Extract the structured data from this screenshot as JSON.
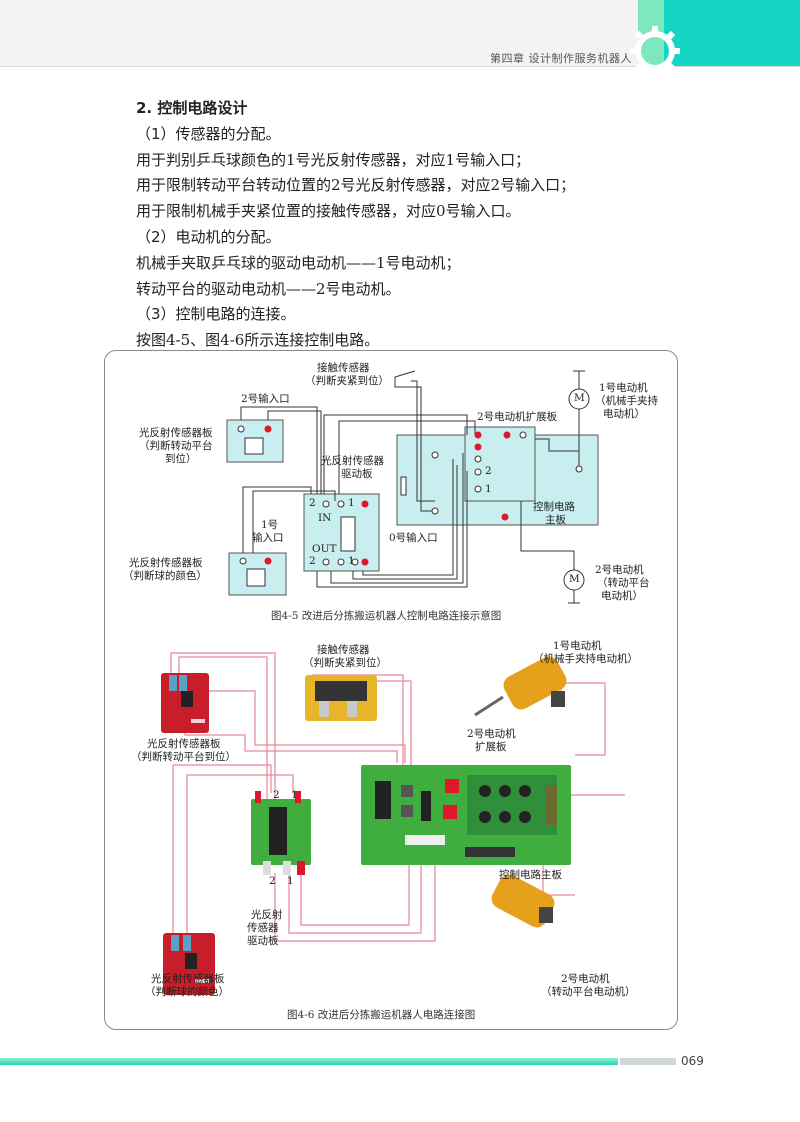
{
  "header": {
    "chapter": "第四章   设计制作服务机器人"
  },
  "body": {
    "heading": "2. 控制电路设计",
    "p1": "（1）传感器的分配。",
    "p2": "用于判别乒乓球颜色的1号光反射传感器，对应1号输入口；",
    "p3": "用于限制转动平台转动位置的2号光反射传感器，对应2号输入口；",
    "p4": "用于限制机械手夹紧位置的接触传感器，对应0号输入口。",
    "p5": "（2）电动机的分配。",
    "p6": "机械手夹取乒乓球的驱动电动机——1号电动机；",
    "p7": "转动平台的驱动电动机——2号电动机。",
    "p8": "（3）控制电路的连接。",
    "p9": "按图4-5、图4-6所示连接控制电路。"
  },
  "fig45": {
    "touch_sensor": "接触传感器",
    "touch_sensor_note": "（判断夹紧到位）",
    "input2": "2号输入口",
    "sensor_board_a": "光反射传感器板",
    "sensor_board_a_note1": "（判断转动平台",
    "sensor_board_a_note2": "到位）",
    "driver_board1": "光反射传感器",
    "driver_board2": "驱动板",
    "in_label": "IN",
    "out_label": "OUT",
    "input1_a": "1号",
    "input1_b": "输入口",
    "sensor_board_b": "光反射传感器板",
    "sensor_board_b_note": "（判断球的颜色）",
    "input0": "0号输入口",
    "ext_board": "2号电动机扩展板",
    "main_board1": "控制电路",
    "main_board2": "主板",
    "motor1_a": "1号电动机",
    "motor1_b": "（机械手夹持",
    "motor1_c": "电动机）",
    "motor2_a": "2号电动机",
    "motor2_b": "（转动平台",
    "motor2_c": "电动机）",
    "motor_symbol": "M",
    "pin1": "1",
    "pin2": "2",
    "caption": "图4-5   改进后分拣搬运机器人控制电路连接示意图"
  },
  "fig46": {
    "touch_sensor": "接触传感器",
    "touch_sensor_note": "（判断夹紧到位）",
    "motor1_a": "1号电动机",
    "motor1_b": "（机械手夹持电动机）",
    "sensor_board_a": "光反射传感器板",
    "sensor_board_a_note": "（判断转动平台到位）",
    "ext_board1": "2号电动机",
    "ext_board2": "扩展板",
    "main_board": "控制电路主板",
    "driver1": "光反射",
    "driver2": "传感器",
    "driver3": "驱动板",
    "sensor_board_b": "光反射传感器板",
    "sensor_board_b_note": "（判断球的颜色）",
    "motor2_a": "2号电动机",
    "motor2_b": "（转动平台电动机）",
    "pin1": "1",
    "pin2": "2",
    "caption": "图4-6   改进后分拣搬运机器人电路连接图"
  },
  "footer": {
    "page_number": "069"
  },
  "colors": {
    "accent": "#15d6c4",
    "board_fill": "#c9eef0",
    "wire_pink": "#e87a90",
    "pcb_green": "#3fae3f",
    "sensor_red": "#c81e2a",
    "dot_red": "#e0162b"
  }
}
